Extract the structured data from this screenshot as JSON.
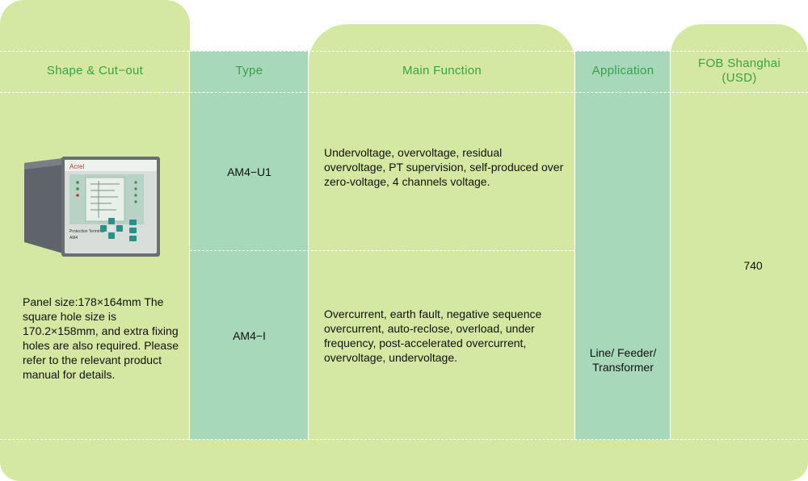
{
  "headers": {
    "shape": "Shape & Cut−out",
    "type": "Type",
    "function": "Main Function",
    "application": "Application",
    "fob": "FOB Shanghai (USD)"
  },
  "rows": [
    {
      "type": "AM4−U1",
      "function": "Undervoltage, overvoltage, residual overvoltage, PT supervision, self-produced over zero-voltage, 4 channels voltage."
    },
    {
      "type": "AM4−I",
      "function": "Overcurrent, earth fault, negative sequence overcurrent, auto-reclose, overload, under frequency, post-accelerated overcurrent, overvoltage, undervoltage."
    }
  ],
  "shape_description": "Panel size:178×164mm The square hole size is 170.2×158mm, and extra fixing holes are also required. Please refer to the relevant product manual for details.",
  "application": "Line/ Feeder/ Transformer",
  "price": "740",
  "device": {
    "brand": "Acrel",
    "label": "Protection Terminal",
    "model": "AM4"
  },
  "colors": {
    "light_green": "#d5e8a2",
    "teal": "#a7d8b9",
    "header_text": "#3aa048"
  }
}
